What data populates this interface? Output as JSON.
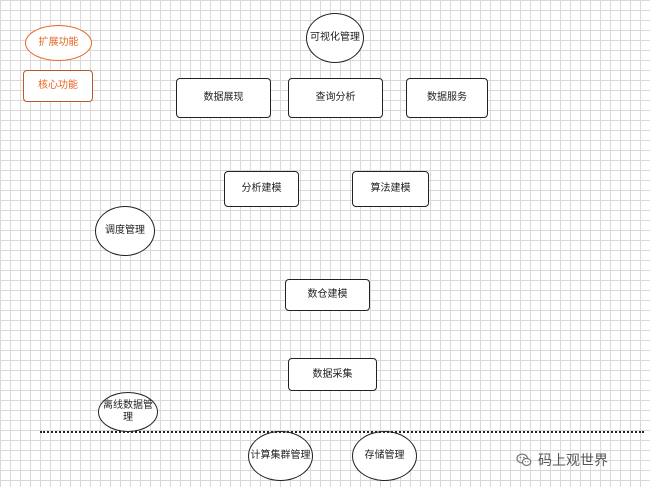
{
  "legend": {
    "extension": "扩展功能",
    "core": "核心功能"
  },
  "nodes": {
    "visualization_mgmt": "可视化管理",
    "data_display": "数据展现",
    "query_analysis": "查询分析",
    "data_service": "数据服务",
    "analysis_modeling": "分析建模",
    "algorithm_modeling": "算法建模",
    "scheduling_mgmt": "调度管理",
    "warehouse_modeling": "数仓建模",
    "data_collection": "数据采集",
    "offline_data_mgmt": "离线数据管理",
    "compute_cluster_mgmt": "计算集群管理",
    "storage_mgmt": "存储管理"
  },
  "watermark": {
    "icon": "wechat-icon",
    "text": "码上观世界"
  },
  "colors": {
    "extension_text": "#e8641e",
    "border": "#222222",
    "grid": "#d9d9d9"
  }
}
